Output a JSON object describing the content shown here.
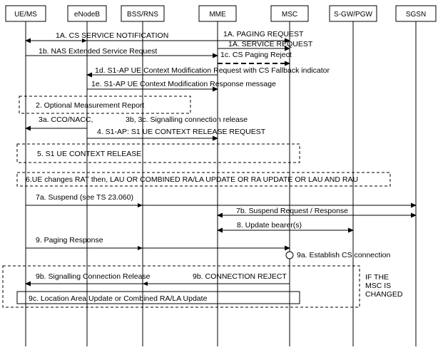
{
  "entities": [
    "UE/MS",
    "eNodeB",
    "BSS/RNS",
    "MME",
    "MSC",
    "S-GW/PGW",
    "SGSN"
  ],
  "messages": {
    "m1a_cs_notif": "1A. CS SERVICE NOTIFICATION",
    "m1a_paging_req": "1A. PAGING REQUEST",
    "m1a_service_req": "1A. SERVICE REQUEST",
    "m1b": "1b. NAS Extended Service Request",
    "m1c": "1c. CS Paging Reject",
    "m1d": "1d. S1-AP UE Context Modification Request with CS Fallback indicator",
    "m1e": "1e. S1-AP UE Context Modification Response message",
    "m2": "2. Optional Measurement Report",
    "m3a": "3a. CCO/NACC,",
    "m3b": "3b, 3c. Signalling connection release",
    "m4": "4. S1-AP: S1 UE CONTEXT RELEASE REQUEST",
    "m5": "5. S1 UE CONTEXT RELEASE",
    "m6": "6.UE changes RAT then, LAU OR COMBINED RA/LA UPDATE OR RA UPDATE OR LAU AND RAU",
    "m7a": "7a. Suspend (see TS 23.060)",
    "m7b": "7b. Suspend Request / Response",
    "m8": "8. Update bearer(s)",
    "m9": "9. Paging Response",
    "m9a": "9a. Establish CS connection",
    "m9b_sig": "9b. Signalling Connection Release",
    "m9b_rej": "9b. CONNECTION REJECT",
    "m9c": "9c. Location Area Update or Combined RA/LA Update"
  },
  "note": [
    "IF THE",
    "MSC IS",
    "CHANGED"
  ]
}
